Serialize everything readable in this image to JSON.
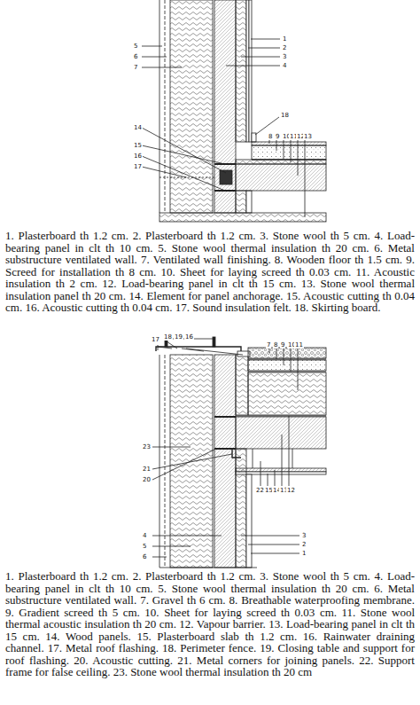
{
  "diagram": {
    "labels": [
      "1",
      "2",
      "3",
      "4",
      "5",
      "6",
      "7",
      "14",
      "15",
      "16",
      "17",
      "18",
      "8",
      "9",
      "10",
      "11",
      "12",
      "13",
      "1. Plasterboard th 1.2 cm. 2. Plasterboard th 1.2 cm. 3. Stone wool th 5 cm. 4. Load-bearing panel in clt th 10 cm. 5. Stone wool thermal insulation th 20 cm. 6. Metal substructure ventilated wall. 7. Ventilated wall finishing. 8. Wooden floor th 1.5 cm. 9. Screed for installation th 8 cm. 10. Sheet for laying screed th 0.03 cm. 11. Acoustic insulation th 2 cm. 12. Load-bearing panel in clt th 15 cm. 13. Stone wool thermal insulation panel th 20 cm. 14. Element for panel anchorage. 15. Acoustic cutting th 0.04 cm. 16. Acoustic cutting th 0.04 cm. 17. Sound insulation felt. 18. Skirting board.",
      "17",
      "18",
      "19",
      "16",
      "7",
      "8",
      "9",
      "10",
      "11",
      "23",
      "21",
      "20",
      "4",
      "5",
      "6",
      "3",
      "2",
      "1",
      "22",
      "15",
      "14",
      "13",
      "12",
      "1. Plasterboard th 1.2 cm. 2. Plasterboard th 1.2 cm. 3. Stone wool th 5 cm. 4. Load-bearing panel in clt th 10 cm. 5. Stone wool thermal insulation th 20 cm. 6. Metal substructure ventilated wall. 7. Gravel th 6 cm. 8. Breathable waterproofing membrane. 9. Gradient screed th 5 cm. 10. Sheet for laying screed th 0.03 cm. 11. Stone wool thermal acoustic insulation th 20 cm. 12. Vapour barrier. 13. Load-bearing panel in clt th 15 cm. 14. Wood panels. 15. Plasterboard slab th 1.2 cm. 16. Rainwater draining channel. 17. Metal roof flashing. 18. Perimeter fence. 19. Closing table and support for roof flashing. 20. Acoustic cutting. 21. Metal corners for joining panels. 22. Support frame for false ceiling. 23. Stone wool thermal insulation th 20 cm"
    ]
  }
}
